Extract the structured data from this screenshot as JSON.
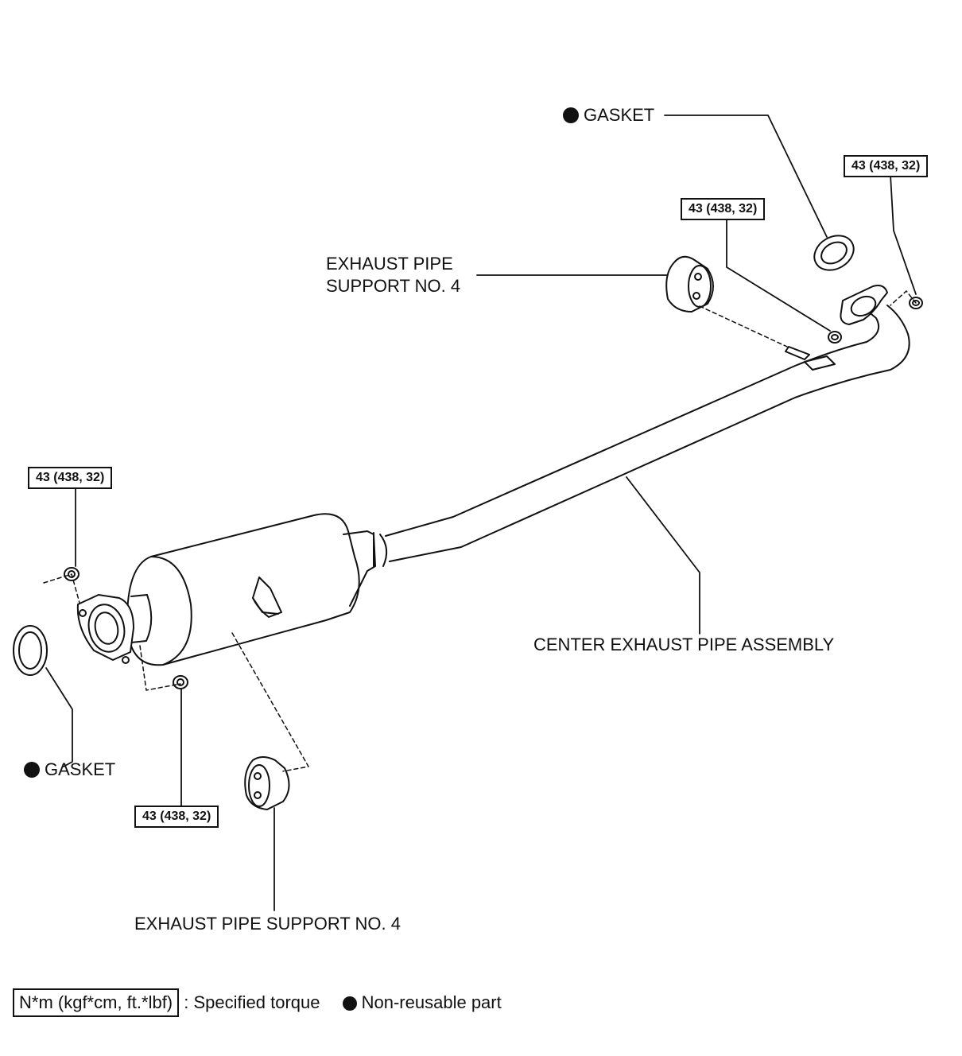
{
  "labels": {
    "gasket_top": "GASKET",
    "gasket_left": "GASKET",
    "support_top_line1": "EXHAUST PIPE",
    "support_top_line2": "SUPPORT NO. 4",
    "support_bottom": "EXHAUST PIPE SUPPORT NO. 4",
    "center_pipe": "CENTER EXHAUST PIPE ASSEMBLY"
  },
  "torque": {
    "top_right": "43 (438, 32)",
    "top_middle": "43 (438, 32)",
    "left_upper": "43 (438, 32)",
    "left_lower": "43 (438, 32)"
  },
  "legend": {
    "torque_unit": "N*m (kgf*cm, ft.*lbf)",
    "torque_text": ": Specified torque",
    "non_reusable_text": "Non-reusable part"
  },
  "colors": {
    "line": "#111111",
    "background": "#ffffff",
    "fill": "#ffffff"
  }
}
